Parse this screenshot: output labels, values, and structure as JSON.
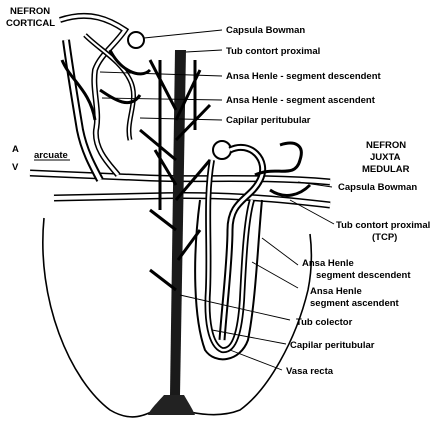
{
  "labels": {
    "nefron_cortical_1": "NEFRON",
    "nefron_cortical_2": "CORTICAL",
    "capsula_bowman_1": "Capsula Bowman",
    "tub_contort_proximal_1": "Tub contort proximal",
    "ansa_henle_desc_1": "Ansa Henle - segment descendent",
    "ansa_henle_asc_1": "Ansa Henle - segment ascendent",
    "capilar_peritubular_1": "Capilar peritubular",
    "a_label": "A",
    "v_label": "V",
    "arcuate": "arcuate",
    "nefron_jm_1": "NEFRON",
    "nefron_jm_2": "JUXTA",
    "nefron_jm_3": "MEDULAR",
    "capsula_bowman_2": "Capsula Bowman",
    "tcp_1": "Tub contort proximal",
    "tcp_2": "(TCP)",
    "ansa_henle_2a": "Ansa Henle",
    "ansa_henle_2b": "segment descendent",
    "ansa_henle_3a": "Ansa Henle",
    "ansa_henle_3b": "segment ascendent",
    "tub_colector": "Tub  colector",
    "capilar_peritubular_2": "Capilar peritubular",
    "vasa_recta": "Vasa recta"
  }
}
